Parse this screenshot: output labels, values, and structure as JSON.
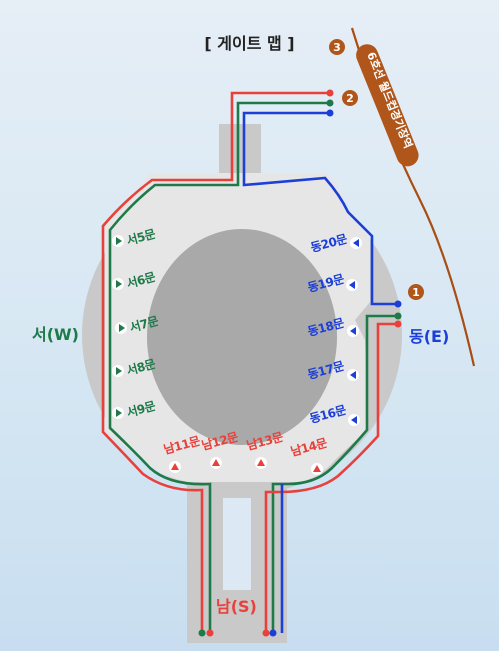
{
  "title": "[ 게이트 맵 ]",
  "directions": {
    "west": "서(W)",
    "east": "동(E)",
    "south": "남(S)"
  },
  "colors": {
    "west": "#1f7a4a",
    "east": "#1c3fd8",
    "south": "#e8403a",
    "subway": "#a84e12",
    "stadium_field": "#a7a7a7",
    "stadium_stands": "#cfcfcf",
    "concourse": "#e3e3e3"
  },
  "gates": {
    "west": [
      {
        "label": "서5문",
        "icon": "arrow-right-icon"
      },
      {
        "label": "서6문",
        "icon": "arrow-right-icon"
      },
      {
        "label": "서7문",
        "icon": "arrow-right-icon"
      },
      {
        "label": "서8문",
        "icon": "arrow-right-icon"
      },
      {
        "label": "서9문",
        "icon": "arrow-right-icon"
      }
    ],
    "east": [
      {
        "label": "동20문",
        "icon": "arrow-left-icon"
      },
      {
        "label": "동19문",
        "icon": "arrow-left-icon"
      },
      {
        "label": "동18문",
        "icon": "arrow-left-icon"
      },
      {
        "label": "동17문",
        "icon": "arrow-left-icon"
      },
      {
        "label": "동16문",
        "icon": "arrow-left-icon"
      }
    ],
    "south": [
      {
        "label": "남11문",
        "icon": "arrow-up-icon"
      },
      {
        "label": "남12문",
        "icon": "arrow-up-icon"
      },
      {
        "label": "남13문",
        "icon": "arrow-up-icon"
      },
      {
        "label": "남14문",
        "icon": "arrow-up-icon"
      }
    ]
  },
  "subway": {
    "station_label": "6호선 월드컵경기장역",
    "exits": [
      "1",
      "2",
      "3"
    ]
  }
}
